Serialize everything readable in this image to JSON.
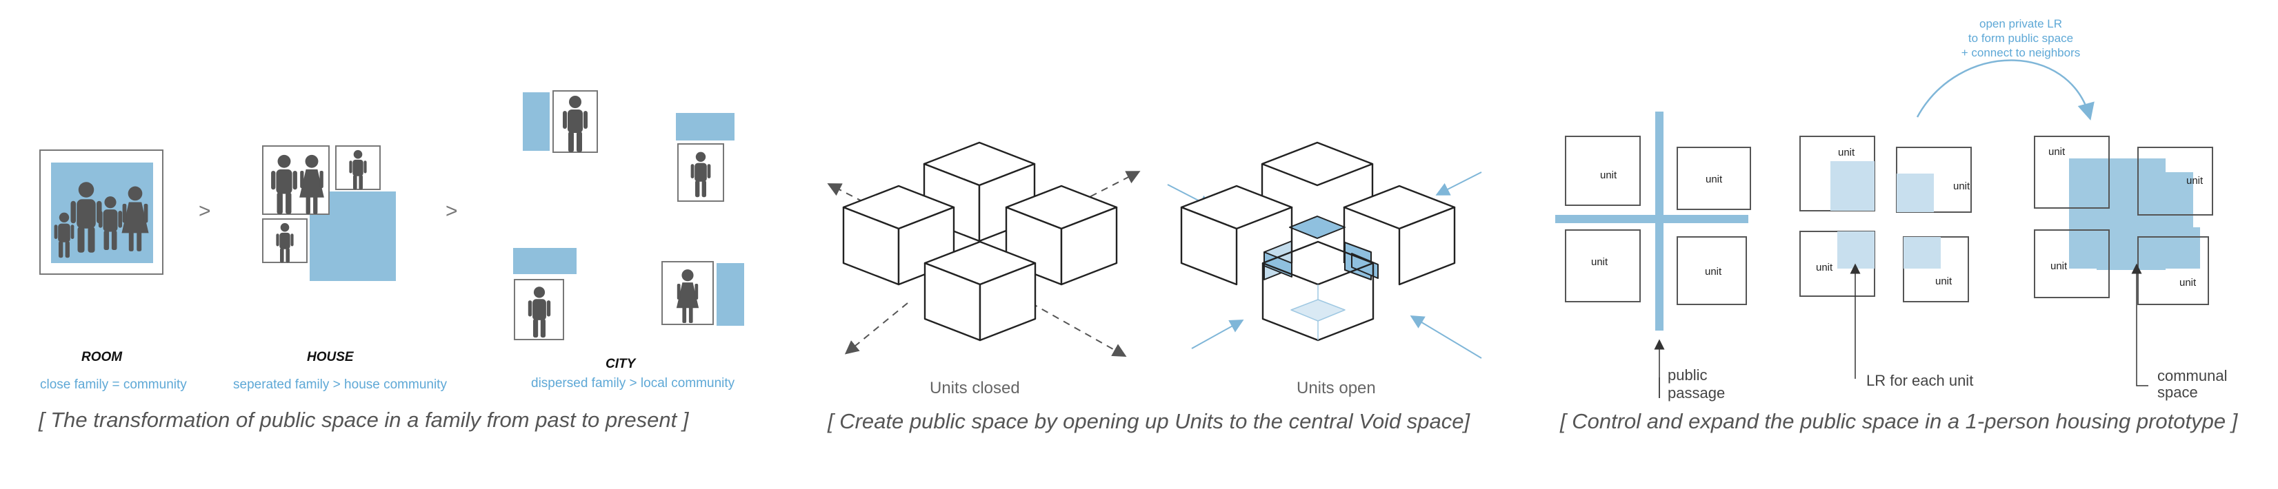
{
  "panel1": {
    "labels": {
      "room": "ROOM",
      "house": "HOUSE",
      "city": "CITY"
    },
    "sublabels": {
      "room": "close family = community",
      "house": "seperated family > house community",
      "city": "dispersed family > local community"
    },
    "arrow_glyph": ">",
    "caption": "[ The transformation of public space in a family from past to present ]"
  },
  "panel2": {
    "closed_label": "Units closed",
    "open_label": "Units open",
    "caption": "[ Create public space by opening up Units to the central Void space]"
  },
  "panel3": {
    "unit_label": "unit",
    "annotation_line1": "open private LR",
    "annotation_line2": "to form public space",
    "annotation_line3": "+ connect to neighbors",
    "public_passage_line1": "public",
    "public_passage_line2": "passage",
    "lr_label": "LR for each unit",
    "communal_line1": "communal",
    "communal_line2": "space",
    "caption": "[ Control and expand the public space in a 1-person housing prototype ]"
  },
  "colors": {
    "accent_blue": "#8fbfdc",
    "light_blue": "#c3dcec",
    "figure_gray": "#5a5a5a",
    "line": "#222222"
  }
}
